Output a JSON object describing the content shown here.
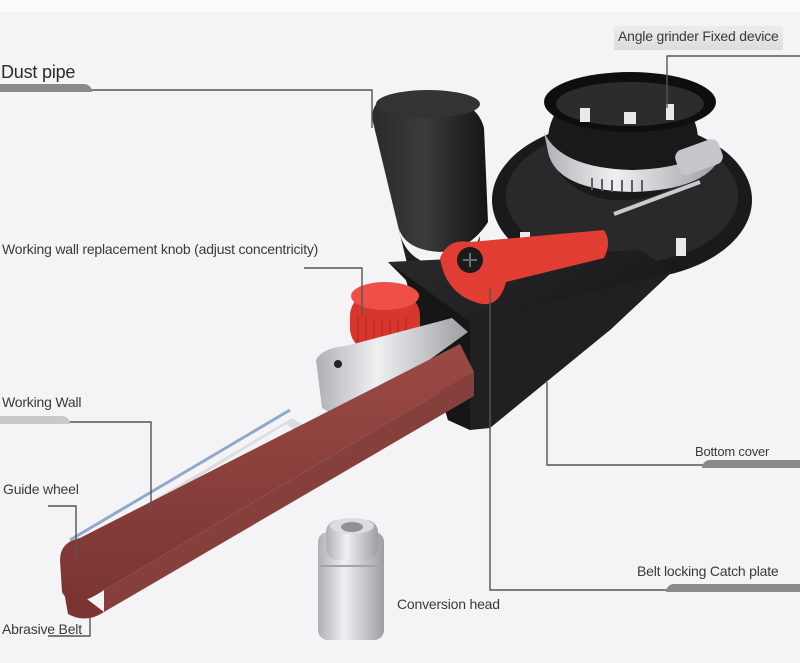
{
  "diagram": {
    "type": "product-callout",
    "subject": "Angle grinder belt sander attachment",
    "colors": {
      "background": "#f4f4f7",
      "leader_line": "#555555",
      "label_text": "#3a3a3a",
      "red_parts": "#e03b32",
      "belt": "#8e3f3b",
      "body": "#1d1d1f",
      "metal": "#c9cacc"
    },
    "labels": {
      "dust_pipe": "Dust pipe",
      "angle_grinder_fixed_device": "Angle grinder Fixed device",
      "knob": "Working wall replacement knob (adjust concentricity)",
      "working_wall": "Working Wall",
      "guide_wheel": "Guide wheel",
      "abrasive_belt": "Abrasive Belt",
      "bottom_cover": "Bottom cover",
      "belt_locking_catch_plate": "Belt locking Catch plate",
      "conversion_head": "Conversion head"
    }
  }
}
